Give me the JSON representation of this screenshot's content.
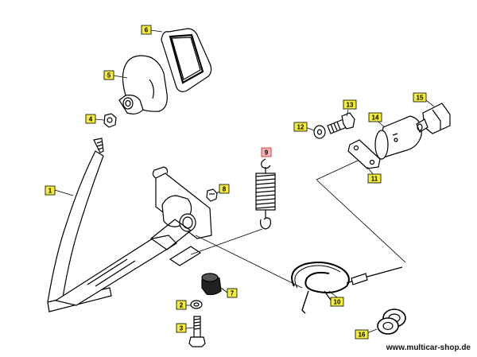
{
  "labels": {
    "p1": "1",
    "p2": "2",
    "p3": "3",
    "p4": "4",
    "p5": "5",
    "p6": "6",
    "p7": "7",
    "p8": "8",
    "p9": "9",
    "p10": "10",
    "p11": "11",
    "p12": "12",
    "p13": "13",
    "p14": "14",
    "p15": "15",
    "p16": "16"
  },
  "footer": {
    "website": "www.multicar-shop.de"
  },
  "colors": {
    "label_fill": "#f4ee3a",
    "highlight_fill": "#f2b6b6",
    "line": "#000000"
  },
  "icons": [
    "accelerator-pedal",
    "rubber-pad",
    "nut",
    "bolt",
    "spring",
    "bracket",
    "cable",
    "housing",
    "washer"
  ]
}
